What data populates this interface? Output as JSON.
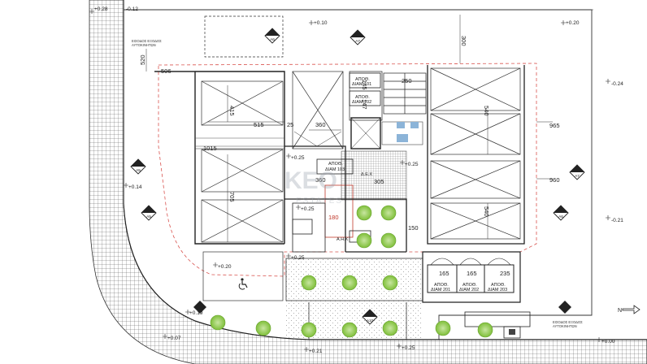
{
  "levels": {
    "top_left": "+0.28",
    "top_left_2": "-0.12",
    "top_mid": "+0.10",
    "top_right": "+0.20",
    "right_1": "-0.24",
    "right_2": "-0.21",
    "left_1": "+0.14",
    "mid_1": "+0.25",
    "mid_2": "+0.25",
    "mid_3": "+0.25",
    "mid_4": "+0.25",
    "bottom_1": "+0.20",
    "bottom_2": "+0.19",
    "bottom_3": "+0.07",
    "bottom_4": "+0.21",
    "bottom_5": "+0.25",
    "bottom_6": "+0.00"
  },
  "dimensions": {
    "d520": "520",
    "d506": "506",
    "d415": "415",
    "d515": "515",
    "d1015": "1015",
    "d705": "705",
    "d25": "25",
    "d360a": "360",
    "d360b": "360",
    "d250": "250",
    "d145": "145",
    "d147": "147",
    "d300": "300",
    "d540": "540",
    "d965": "965",
    "d960": "960",
    "d540b": "540",
    "d305": "305",
    "d180": "180",
    "d150": "150",
    "d165a": "165",
    "d165b": "165",
    "d235": "235"
  },
  "section_markers": [
    {
      "num": "1",
      "sheet": "A5"
    },
    {
      "num": "1",
      "sheet": "A7"
    },
    {
      "num": "1",
      "sheet": "A7"
    },
    {
      "num": "1",
      "sheet": "A6"
    },
    {
      "num": "1",
      "sheet": "A5"
    },
    {
      "num": "1",
      "sheet": "A10"
    },
    {
      "num": "1",
      "sheet": "A6"
    }
  ],
  "entries": {
    "car_entry_top_1": "ΕΙΣΟΔΟΣ ΕΞΟΔΟΣ",
    "car_entry_top_2": "ΑΥΤΟΚΙΝΗΤΩΝ",
    "car_entry_bottom_1": "ΕΙΣΟΔΟΣ ΕΞΟΔΟΣ",
    "car_entry_bottom_2": "ΑΥΤΟΚΙΝΗΤΩΝ",
    "north": "N"
  },
  "storage": [
    {
      "label": "ΑΠΟΘ.",
      "unit": "ΔΙΑΜ 101"
    },
    {
      "label": "ΑΠΟΘ.",
      "unit": "ΔΙΑΜ 102"
    },
    {
      "label": "ΑΠΟΘ.",
      "unit": "ΔΙΑΜ 103"
    },
    {
      "label": "ΑΠΟΘ.",
      "unit": "ΔΙΑΜ 201"
    },
    {
      "label": "ΑΠΟΘ.",
      "unit": "ΔΙΑΜ 202"
    },
    {
      "label": "ΑΠΟΘ.",
      "unit": "ΔΙΑΜ 203"
    }
  ],
  "rooms": {
    "room_a": "Α.Η.Κ",
    "room_b": "Δ.Ε.Χ",
    "room_c": "ΑΠΟΘ."
  },
  "watermark": {
    "line1": "KEO",
    "line2": "ESTATES"
  }
}
